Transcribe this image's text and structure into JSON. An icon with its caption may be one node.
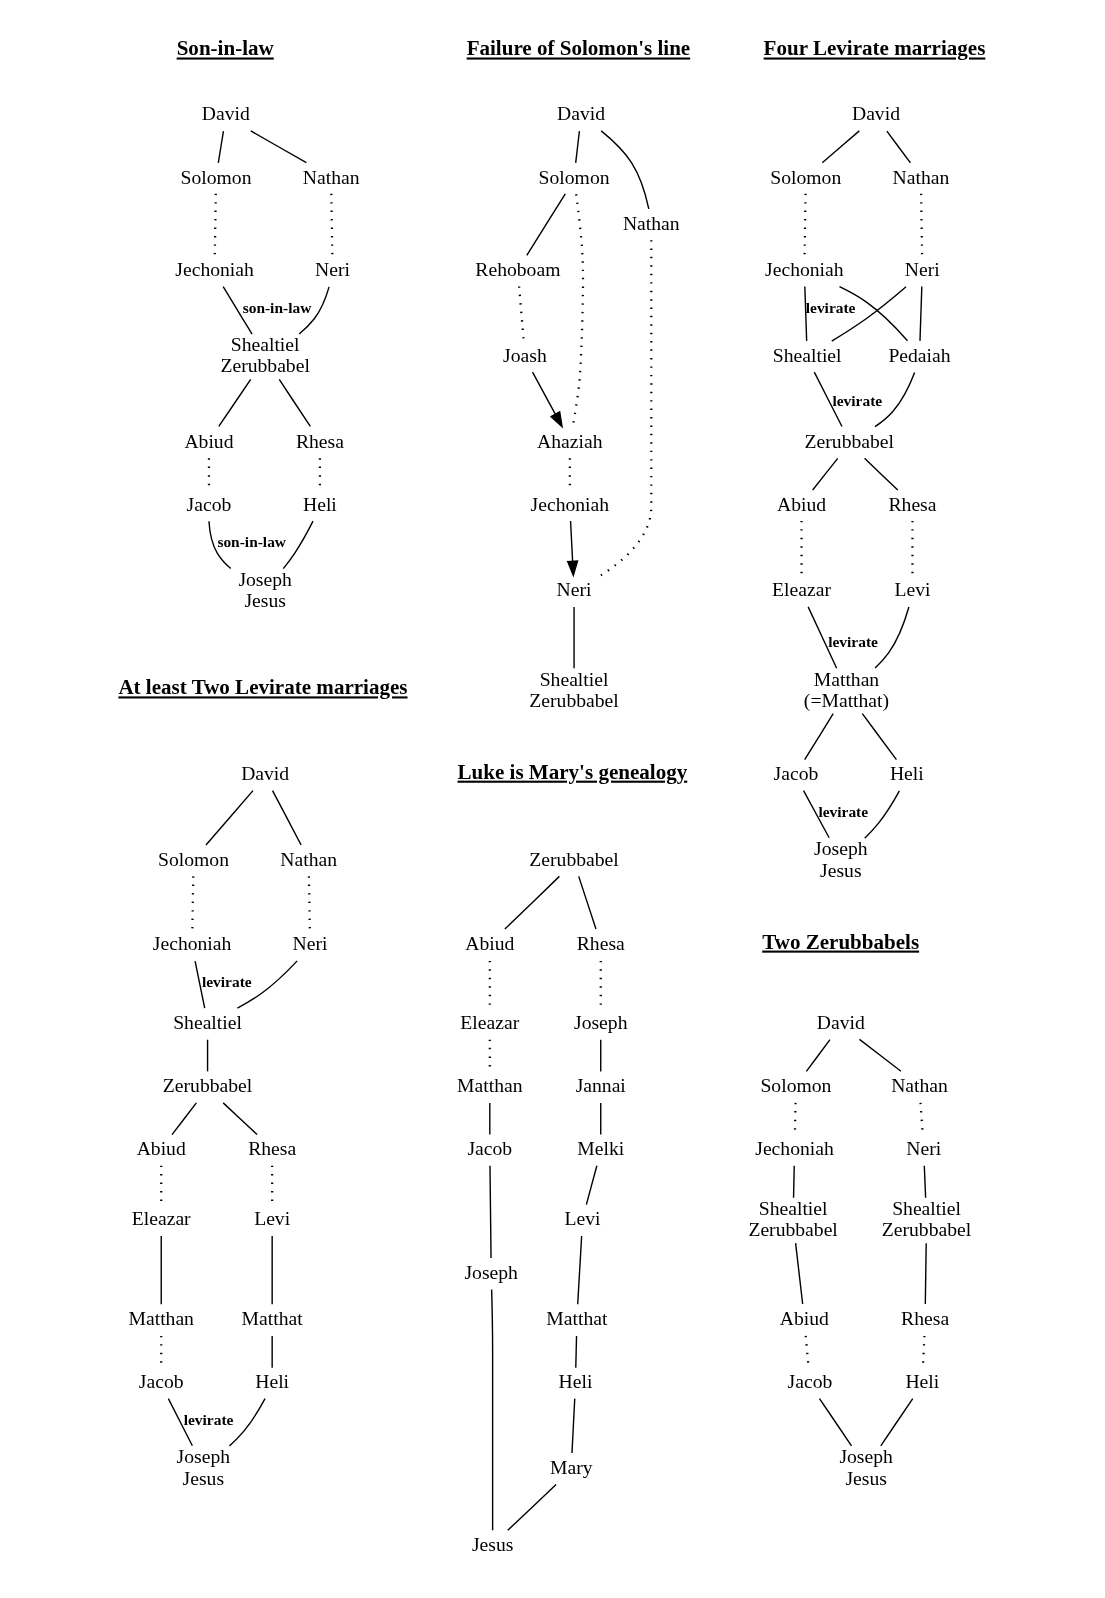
{
  "diagram": {
    "nodes": [
      {
        "text": [
          "David"
        ]
      },
      {
        "text": [
          "Solomon"
        ]
      },
      {
        "text": [
          "Nathan"
        ]
      },
      {
        "text": [
          "Jechoniah"
        ]
      },
      {
        "text": [
          "Neri"
        ]
      },
      {
        "text": [
          "Shealtiel",
          "Zerubbabel"
        ]
      },
      {
        "text": [
          "Abiud"
        ]
      },
      {
        "text": [
          "Rhesa"
        ]
      },
      {
        "text": [
          "Jacob"
        ]
      },
      {
        "text": [
          "Heli"
        ]
      },
      {
        "text": [
          "Joseph",
          "Jesus"
        ]
      },
      {
        "text": [
          "David"
        ]
      },
      {
        "text": [
          "Solomon"
        ]
      },
      {
        "text": [
          "Nathan"
        ]
      },
      {
        "text": [
          "Rehoboam"
        ]
      },
      {
        "text": [
          "Joash"
        ]
      },
      {
        "text": [
          "Ahaziah"
        ]
      },
      {
        "text": [
          "Jechoniah"
        ]
      },
      {
        "text": [
          "Neri"
        ]
      },
      {
        "text": [
          "Shealtiel",
          "Zerubbabel"
        ]
      },
      {
        "text": [
          "David"
        ]
      },
      {
        "text": [
          "Solomon"
        ]
      },
      {
        "text": [
          "Nathan"
        ]
      },
      {
        "text": [
          "Jechoniah"
        ]
      },
      {
        "text": [
          "Neri"
        ]
      },
      {
        "text": [
          "Shealtiel"
        ]
      },
      {
        "text": [
          "Pedaiah"
        ]
      },
      {
        "text": [
          "Zerubbabel"
        ]
      },
      {
        "text": [
          "Abiud"
        ]
      },
      {
        "text": [
          "Rhesa"
        ]
      },
      {
        "text": [
          "Eleazar"
        ]
      },
      {
        "text": [
          "Levi"
        ]
      },
      {
        "text": [
          "Matthan",
          "(=Matthat)"
        ]
      },
      {
        "text": [
          "Jacob"
        ]
      },
      {
        "text": [
          "Heli"
        ]
      },
      {
        "text": [
          "Joseph",
          "Jesus"
        ]
      },
      {
        "text": [
          "David"
        ]
      },
      {
        "text": [
          "Solomon"
        ]
      },
      {
        "text": [
          "Nathan"
        ]
      },
      {
        "text": [
          "Jechoniah"
        ]
      },
      {
        "text": [
          "Neri"
        ]
      },
      {
        "text": [
          "Shealtiel"
        ]
      },
      {
        "text": [
          "Zerubbabel"
        ]
      },
      {
        "text": [
          "Abiud"
        ]
      },
      {
        "text": [
          "Rhesa"
        ]
      },
      {
        "text": [
          "Eleazar"
        ]
      },
      {
        "text": [
          "Levi"
        ]
      },
      {
        "text": [
          "Matthan"
        ]
      },
      {
        "text": [
          "Matthat"
        ]
      },
      {
        "text": [
          "Jacob"
        ]
      },
      {
        "text": [
          "Heli"
        ]
      },
      {
        "text": [
          "Joseph",
          "Jesus"
        ]
      },
      {
        "text": [
          "Zerubbabel"
        ]
      },
      {
        "text": [
          "Abiud"
        ]
      },
      {
        "text": [
          "Rhesa"
        ]
      },
      {
        "text": [
          "Eleazar"
        ]
      },
      {
        "text": [
          "Matthan"
        ]
      },
      {
        "text": [
          "Jacob"
        ]
      },
      {
        "text": [
          "Joseph"
        ]
      },
      {
        "text": [
          "Joseph"
        ]
      },
      {
        "text": [
          "Jannai"
        ]
      },
      {
        "text": [
          "Melki"
        ]
      },
      {
        "text": [
          "Levi"
        ]
      },
      {
        "text": [
          "Matthat"
        ]
      },
      {
        "text": [
          "Heli"
        ]
      },
      {
        "text": [
          "Mary"
        ]
      },
      {
        "text": [
          "Jesus"
        ]
      },
      {
        "text": [
          "David"
        ]
      },
      {
        "text": [
          "Solomon"
        ]
      },
      {
        "text": [
          "Nathan"
        ]
      },
      {
        "text": [
          "Jechoniah"
        ]
      },
      {
        "text": [
          "Neri"
        ]
      },
      {
        "text": [
          "Shealtiel",
          "Zerubbabel"
        ]
      },
      {
        "text": [
          "Shealtiel",
          "Zerubbabel"
        ]
      },
      {
        "text": [
          "Abiud"
        ]
      },
      {
        "text": [
          "Rhesa"
        ]
      },
      {
        "text": [
          "Jacob"
        ]
      },
      {
        "text": [
          "Heli"
        ]
      },
      {
        "text": [
          "Joseph",
          "Jesus"
        ]
      }
    ],
    "edges": [
      {
        "from": 0,
        "to": 1,
        "arrow": "none"
      },
      {
        "from": 0,
        "to": 2,
        "arrow": "none"
      },
      {
        "from": 1,
        "to": 3,
        "arrow": "none",
        "style": "dashed"
      },
      {
        "from": 2,
        "to": 4,
        "arrow": "none",
        "style": "dashed"
      },
      {
        "from": 3,
        "to": 5,
        "arrow": "none",
        "label": "son-in-law"
      },
      {
        "from": 4,
        "to": 5,
        "arrow": "none"
      },
      {
        "from": 5,
        "to": 6,
        "arrow": "none"
      },
      {
        "from": 5,
        "to": 7,
        "arrow": "none"
      },
      {
        "from": 6,
        "to": 8,
        "arrow": "none",
        "style": "dashed"
      },
      {
        "from": 7,
        "to": 9,
        "arrow": "none",
        "style": "dashed"
      },
      {
        "from": 8,
        "to": 10,
        "arrow": "none",
        "label": "son-in-law"
      },
      {
        "from": 9,
        "to": 10,
        "arrow": "none"
      },
      {
        "from": 11,
        "to": 12,
        "arrow": "none"
      },
      {
        "from": 11,
        "to": 13,
        "arrow": "none"
      },
      {
        "from": 12,
        "to": 14,
        "arrow": "none"
      },
      {
        "from": 12,
        "to": 16,
        "arrow": "none",
        "style": "dashed"
      },
      {
        "from": 14,
        "to": 15,
        "arrow": "none",
        "style": "dashed"
      },
      {
        "from": 15,
        "to": 16,
        "arrow": "to"
      },
      {
        "from": 16,
        "to": 17,
        "arrow": "none",
        "style": "dashed"
      },
      {
        "from": 17,
        "to": 18,
        "arrow": "to"
      },
      {
        "from": 13,
        "to": 18,
        "arrow": "none",
        "style": "dashed"
      },
      {
        "from": 18,
        "to": 19,
        "arrow": "none"
      },
      {
        "from": 20,
        "to": 21,
        "arrow": "none"
      },
      {
        "from": 20,
        "to": 22,
        "arrow": "none"
      },
      {
        "from": 21,
        "to": 23,
        "arrow": "none",
        "style": "dashed"
      },
      {
        "from": 22,
        "to": 24,
        "arrow": "none",
        "style": "dashed"
      },
      {
        "from": 23,
        "to": 25,
        "arrow": "none",
        "label": "levirate"
      },
      {
        "from": 23,
        "to": 26,
        "arrow": "none"
      },
      {
        "from": 24,
        "to": 25,
        "arrow": "none"
      },
      {
        "from": 24,
        "to": 26,
        "arrow": "none"
      },
      {
        "from": 25,
        "to": 27,
        "arrow": "none",
        "label": "levirate"
      },
      {
        "from": 26,
        "to": 27,
        "arrow": "none"
      },
      {
        "from": 27,
        "to": 28,
        "arrow": "none"
      },
      {
        "from": 27,
        "to": 29,
        "arrow": "none"
      },
      {
        "from": 28,
        "to": 30,
        "arrow": "none",
        "style": "dashed"
      },
      {
        "from": 29,
        "to": 31,
        "arrow": "none",
        "style": "dashed"
      },
      {
        "from": 30,
        "to": 32,
        "arrow": "none",
        "label": "levirate"
      },
      {
        "from": 31,
        "to": 32,
        "arrow": "none"
      },
      {
        "from": 32,
        "to": 33,
        "arrow": "none"
      },
      {
        "from": 32,
        "to": 34,
        "arrow": "none"
      },
      {
        "from": 33,
        "to": 35,
        "arrow": "none",
        "label": "levirate"
      },
      {
        "from": 34,
        "to": 35,
        "arrow": "none"
      },
      {
        "from": 36,
        "to": 37,
        "arrow": "none"
      },
      {
        "from": 36,
        "to": 38,
        "arrow": "none"
      },
      {
        "from": 37,
        "to": 39,
        "arrow": "none",
        "style": "dashed"
      },
      {
        "from": 38,
        "to": 40,
        "arrow": "none",
        "style": "dashed"
      },
      {
        "from": 39,
        "to": 41,
        "arrow": "none",
        "label": "levirate"
      },
      {
        "from": 40,
        "to": 41,
        "arrow": "none"
      },
      {
        "from": 41,
        "to": 42,
        "arrow": "none"
      },
      {
        "from": 42,
        "to": 43,
        "arrow": "none"
      },
      {
        "from": 42,
        "to": 44,
        "arrow": "none"
      },
      {
        "from": 43,
        "to": 45,
        "arrow": "none",
        "style": "dashed"
      },
      {
        "from": 44,
        "to": 46,
        "arrow": "none",
        "style": "dashed"
      },
      {
        "from": 45,
        "to": 47,
        "arrow": "none"
      },
      {
        "from": 46,
        "to": 48,
        "arrow": "none"
      },
      {
        "from": 47,
        "to": 49,
        "arrow": "none",
        "style": "dashed"
      },
      {
        "from": 48,
        "to": 50,
        "arrow": "none"
      },
      {
        "from": 49,
        "to": 51,
        "arrow": "none",
        "label": "levirate"
      },
      {
        "from": 50,
        "to": 51,
        "arrow": "none"
      },
      {
        "from": 52,
        "to": 53,
        "arrow": "none"
      },
      {
        "from": 52,
        "to": 54,
        "arrow": "none"
      },
      {
        "from": 53,
        "to": 55,
        "arrow": "none",
        "style": "dashed"
      },
      {
        "from": 55,
        "to": 56,
        "arrow": "none",
        "style": "dashed"
      },
      {
        "from": 56,
        "to": 57,
        "arrow": "none"
      },
      {
        "from": 57,
        "to": 58,
        "arrow": "none"
      },
      {
        "from": 54,
        "to": 59,
        "arrow": "none",
        "style": "dashed"
      },
      {
        "from": 59,
        "to": 60,
        "arrow": "none"
      },
      {
        "from": 60,
        "to": 61,
        "arrow": "none"
      },
      {
        "from": 61,
        "to": 62,
        "arrow": "none"
      },
      {
        "from": 62,
        "to": 63,
        "arrow": "none"
      },
      {
        "from": 63,
        "to": 64,
        "arrow": "none"
      },
      {
        "from": 64,
        "to": 65,
        "arrow": "none"
      },
      {
        "from": 58,
        "to": 66,
        "arrow": "none"
      },
      {
        "from": 65,
        "to": 66,
        "arrow": "none"
      },
      {
        "from": 67,
        "to": 68,
        "arrow": "none"
      },
      {
        "from": 67,
        "to": 69,
        "arrow": "none"
      },
      {
        "from": 68,
        "to": 70,
        "arrow": "none",
        "style": "dashed"
      },
      {
        "from": 69,
        "to": 71,
        "arrow": "none",
        "style": "dashed"
      },
      {
        "from": 70,
        "to": 72,
        "arrow": "none"
      },
      {
        "from": 71,
        "to": 73,
        "arrow": "none"
      },
      {
        "from": 72,
        "to": 74,
        "arrow": "none"
      },
      {
        "from": 73,
        "to": 75,
        "arrow": "none"
      },
      {
        "from": 74,
        "to": 76,
        "arrow": "none",
        "style": "dashed"
      },
      {
        "from": 75,
        "to": 77,
        "arrow": "none",
        "style": "dashed"
      },
      {
        "from": 76,
        "to": 78,
        "arrow": "none"
      },
      {
        "from": 77,
        "to": 78,
        "arrow": "none"
      }
    ],
    "labels": [
      "Son-in-law",
      "Failure of Solomon's line",
      "Four Levirate marriages",
      "At least Two Levirate marriages",
      "Luke is Mary's genealogy",
      "Two Zerubbabels"
    ]
  }
}
